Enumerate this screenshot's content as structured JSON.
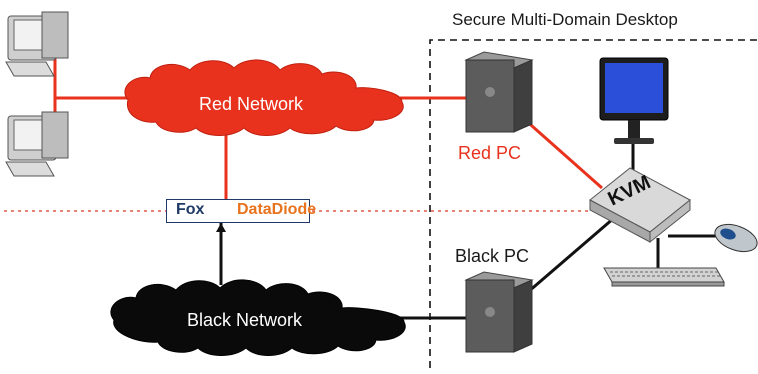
{
  "domain_title": "Secure Multi-Domain Desktop",
  "networks": {
    "red": "Red Network",
    "black": "Black Network"
  },
  "pcs": {
    "red": "Red PC",
    "black": "Black PC"
  },
  "kvm_label": "KVM",
  "diode": {
    "brand": "Fox",
    "product": "DataDiode"
  },
  "colors": {
    "red_link": "#e8321e",
    "red_text": "#e8321e",
    "black_link": "#111111",
    "diode_navy": "#1f3a66",
    "diode_orange": "#e8731e"
  }
}
